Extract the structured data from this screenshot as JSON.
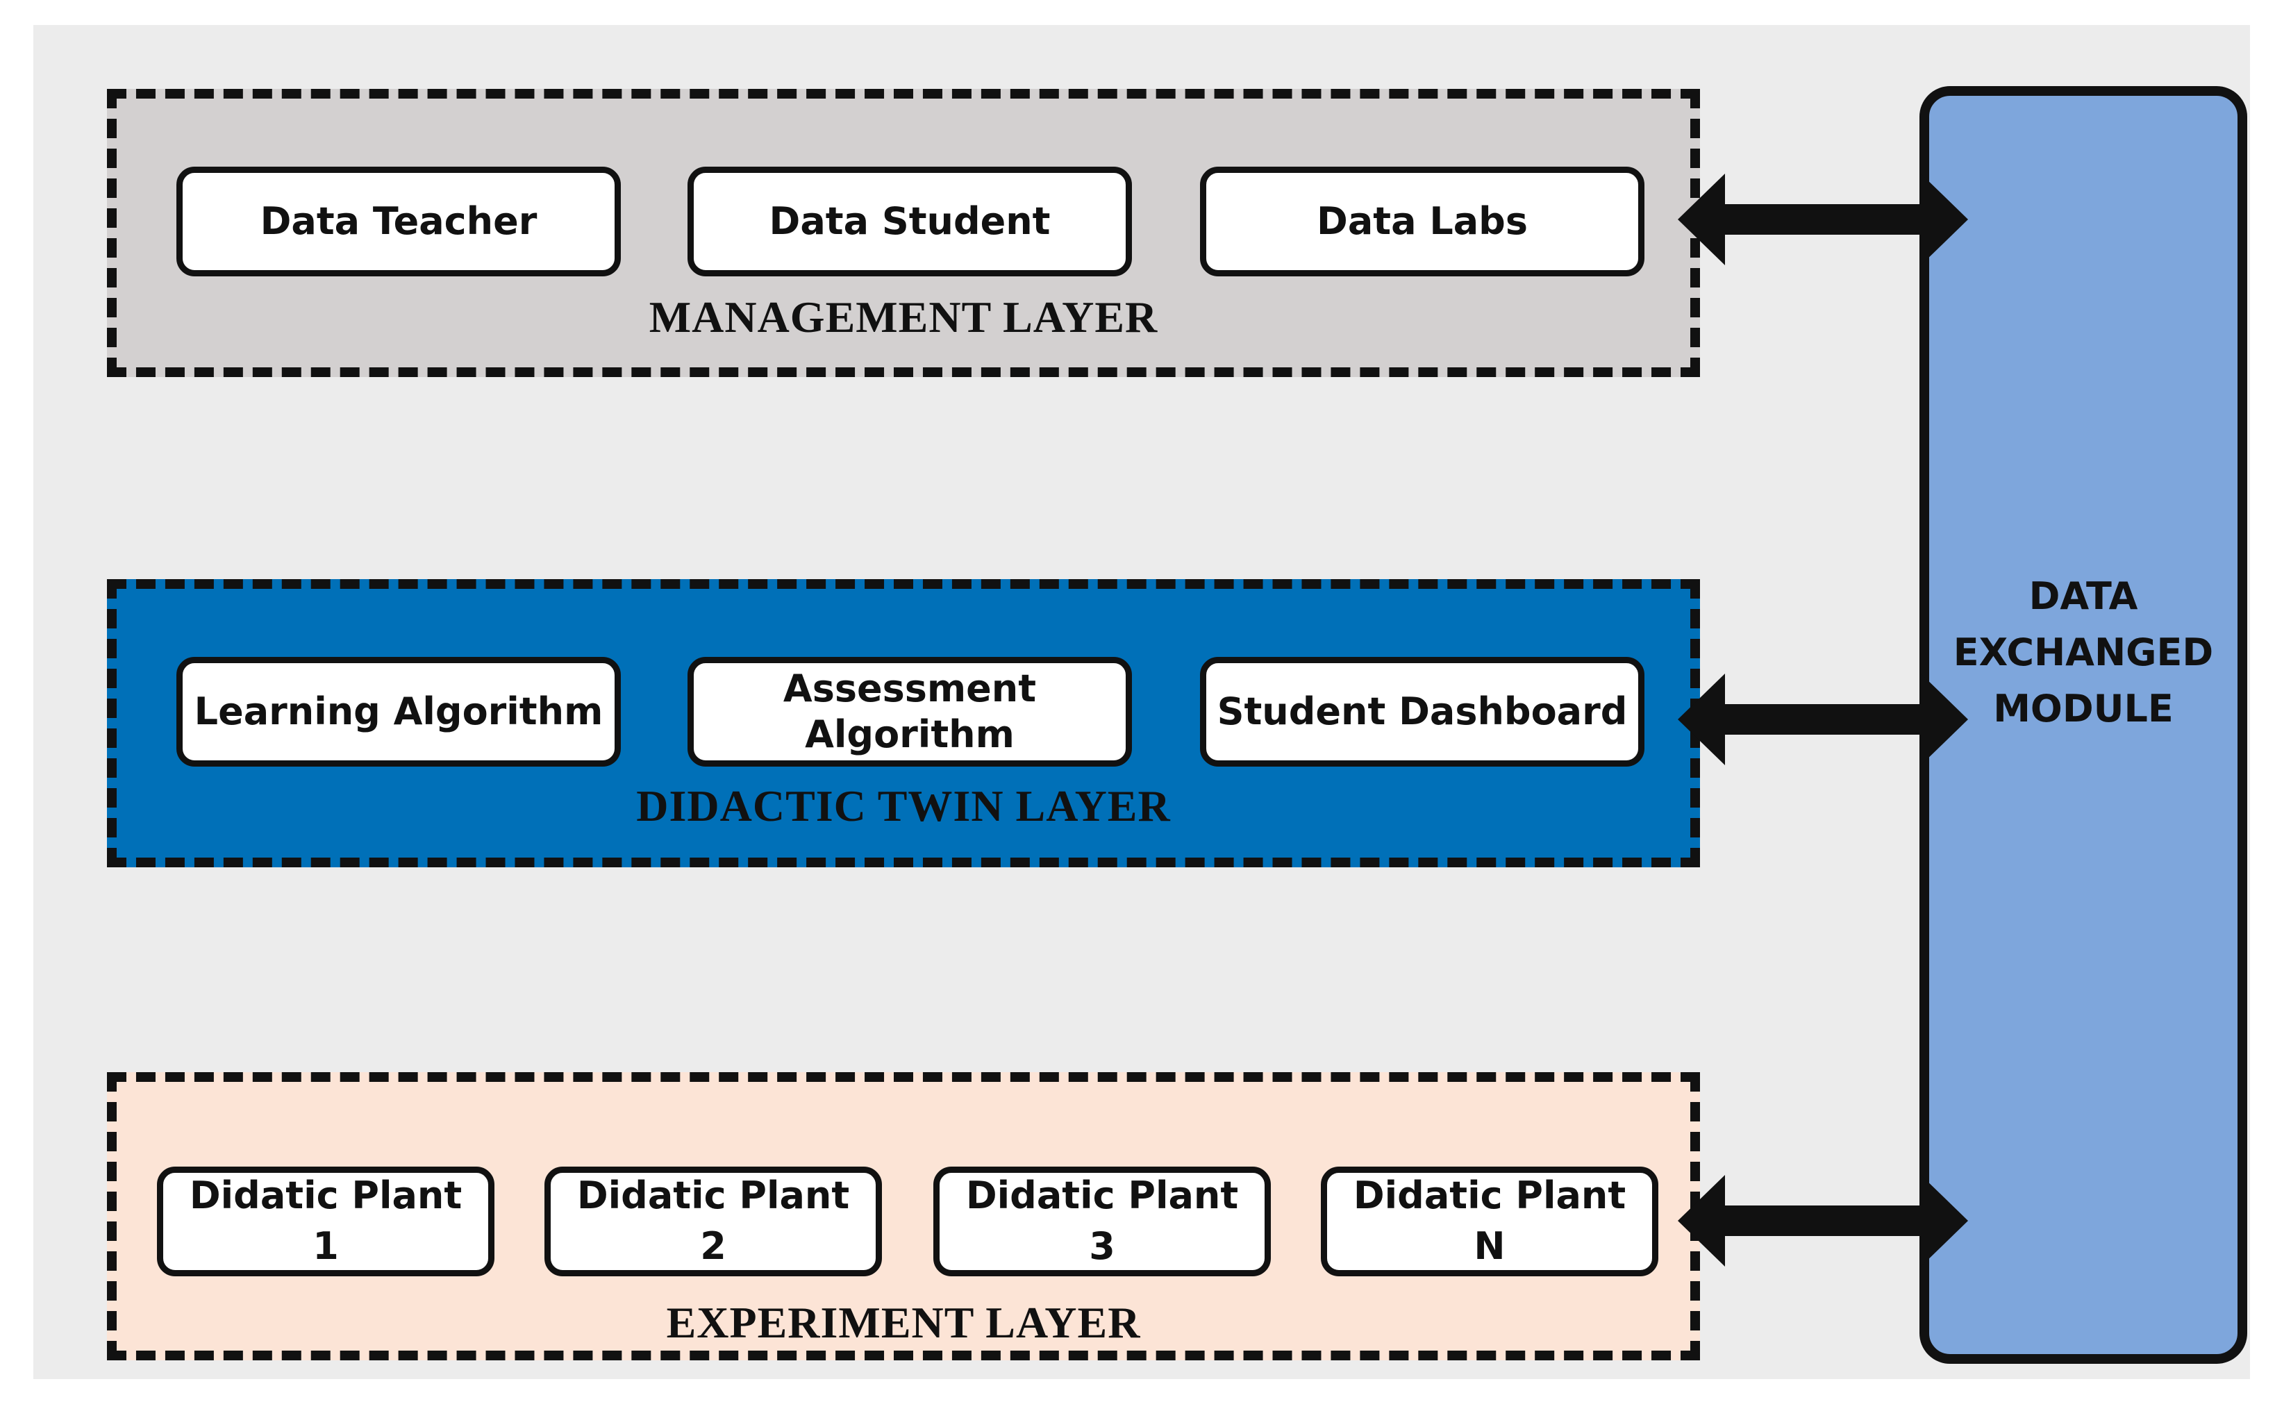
{
  "layers": {
    "management": {
      "title": "MANAGEMENT LAYER",
      "boxes": [
        "Data Teacher",
        "Data Student",
        "Data Labs"
      ],
      "fill": "#d3d0d0"
    },
    "didactic": {
      "title": "DIDACTIC TWIN LAYER",
      "boxes": [
        "Learning Algorithm",
        "Assessment\nAlgorithm",
        "Student Dashboard"
      ],
      "fill": "#0070b8"
    },
    "experiment": {
      "title": "EXPERIMENT LAYER",
      "boxes": [
        "Didatic Plant\n1",
        "Didatic Plant\n2",
        "Didatic Plant\n3",
        "Didatic Plant\nN"
      ],
      "fill": "#fce4d6"
    }
  },
  "module": {
    "label": "DATA\nEXCHANGED\nMODULE",
    "fill": "#7ea6dc"
  },
  "connectors": [
    "double-arrow",
    "double-arrow",
    "double-arrow"
  ]
}
